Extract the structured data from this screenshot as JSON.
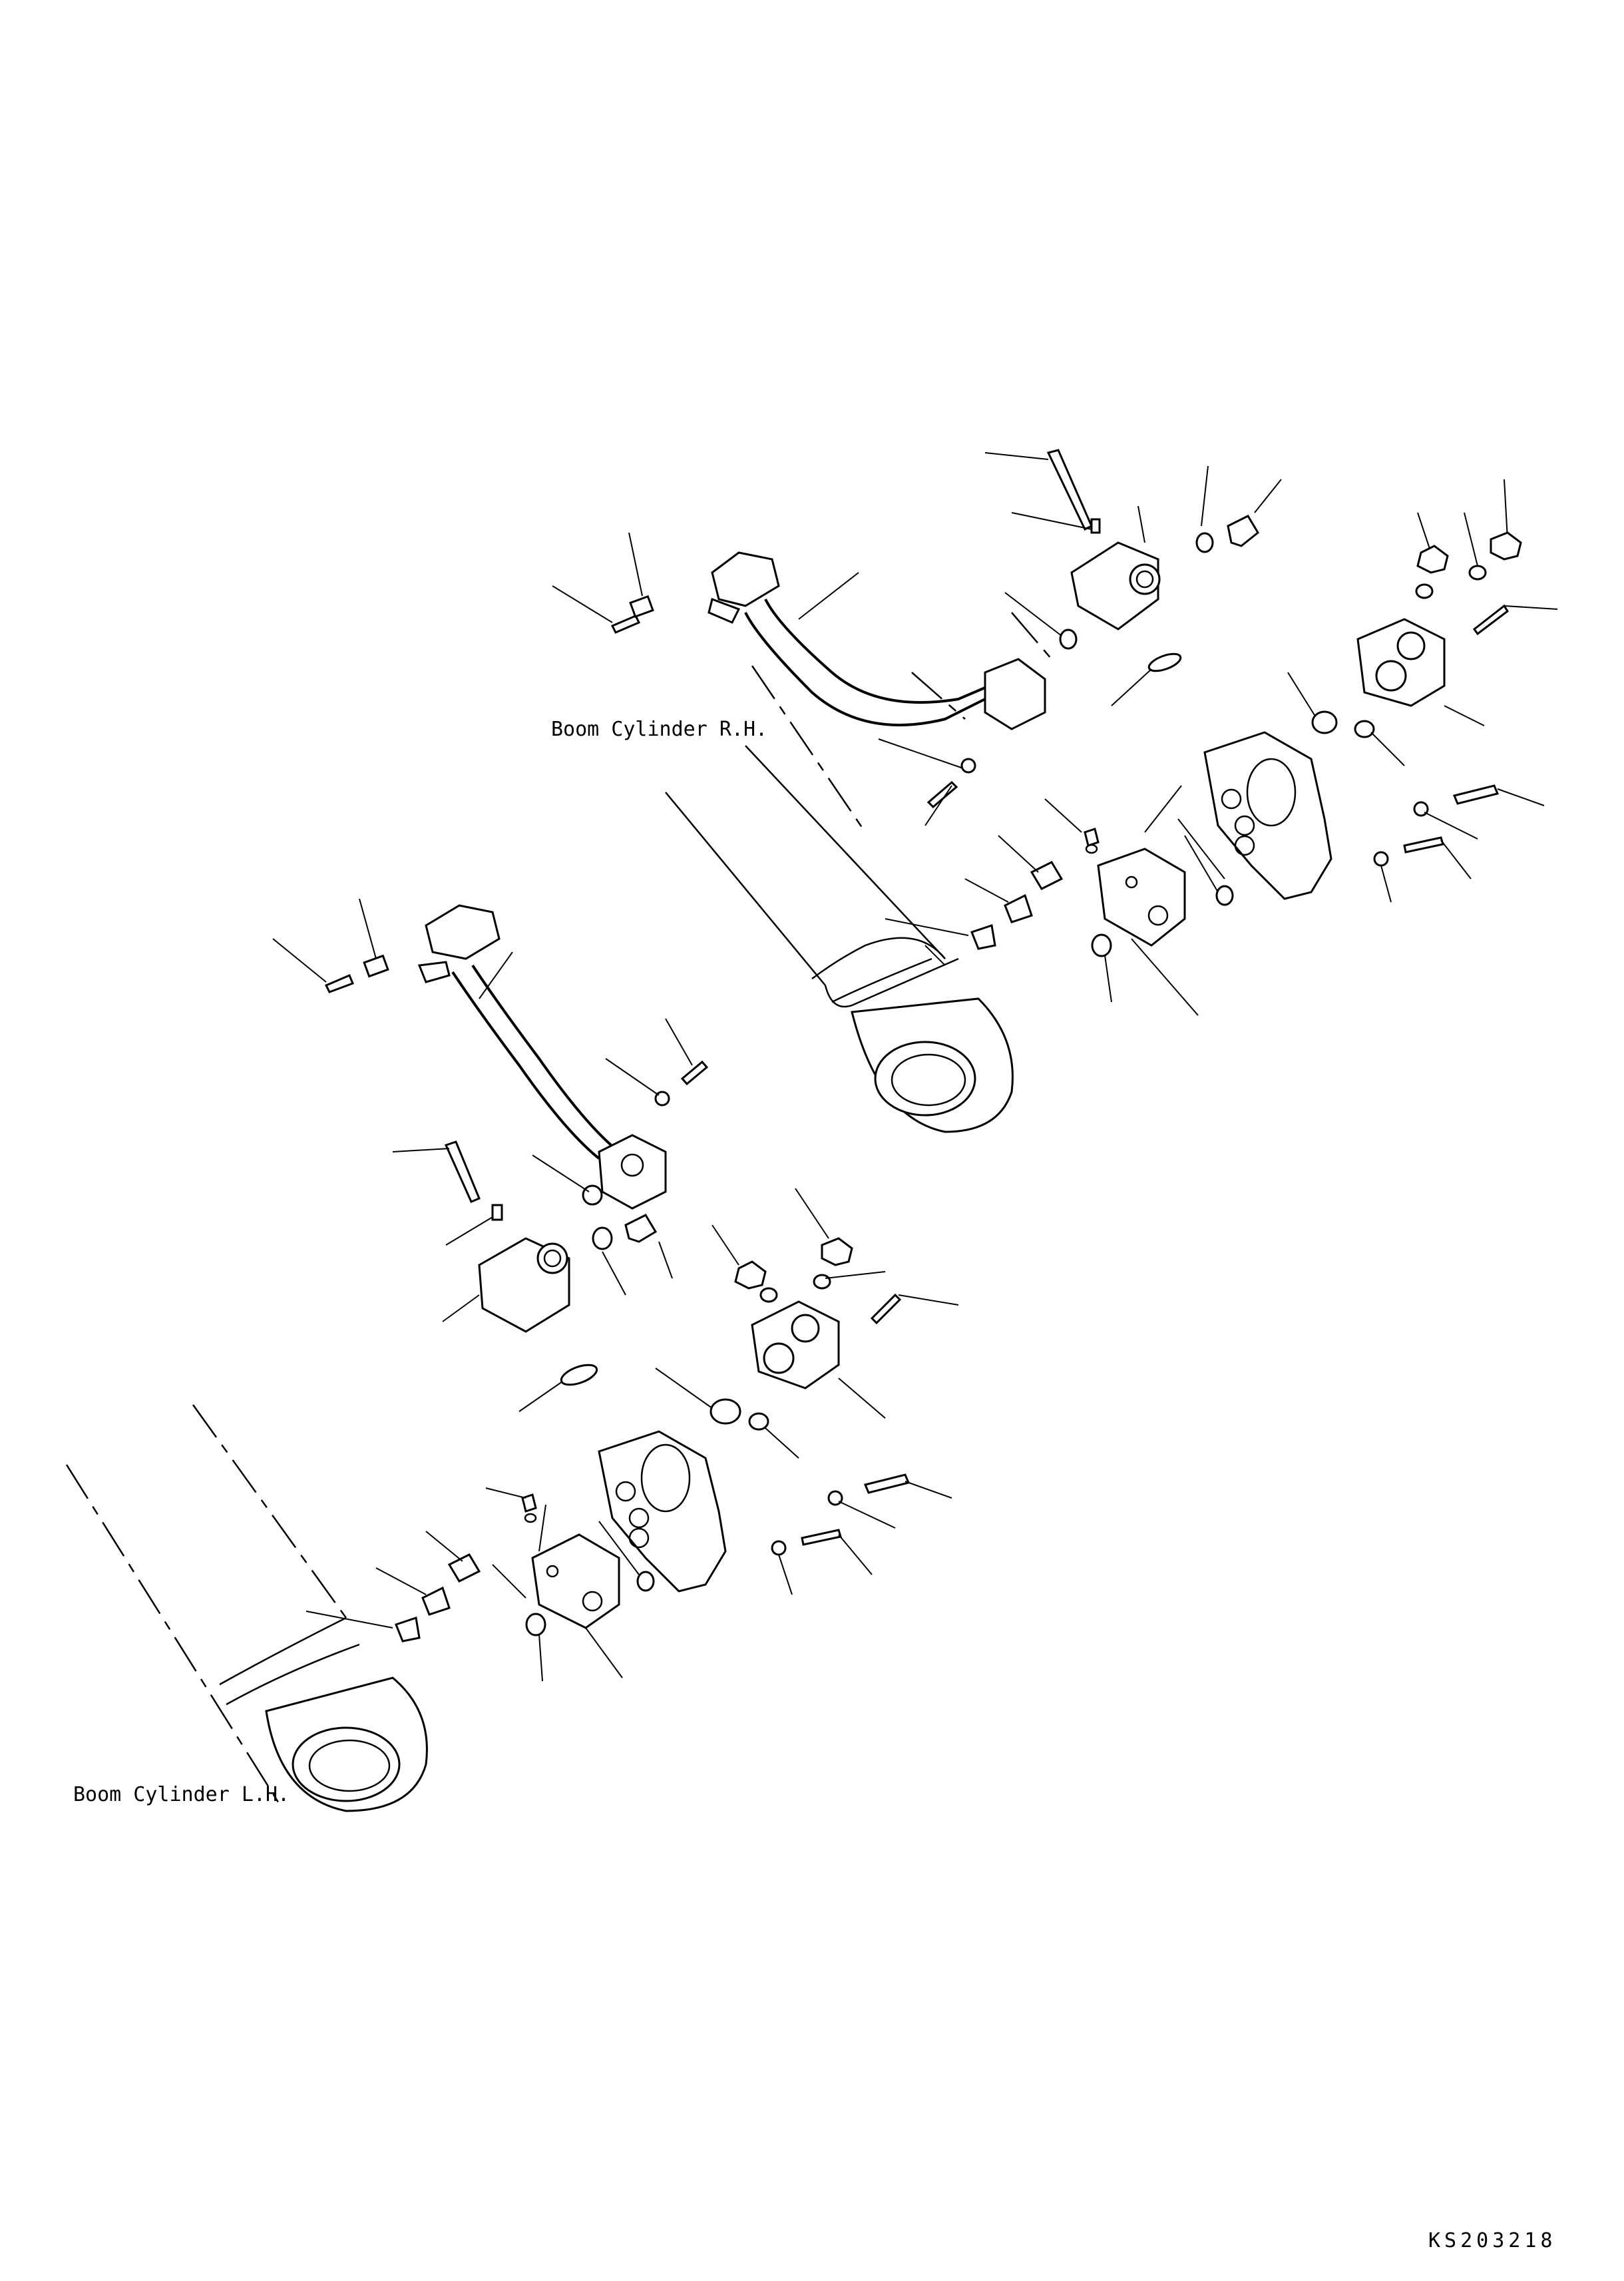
{
  "labels": {
    "boom_rh": "Boom Cylinder R.H.",
    "boom_lh": "Boom Cylinder L.H.",
    "drawing_code": "KS203218"
  }
}
